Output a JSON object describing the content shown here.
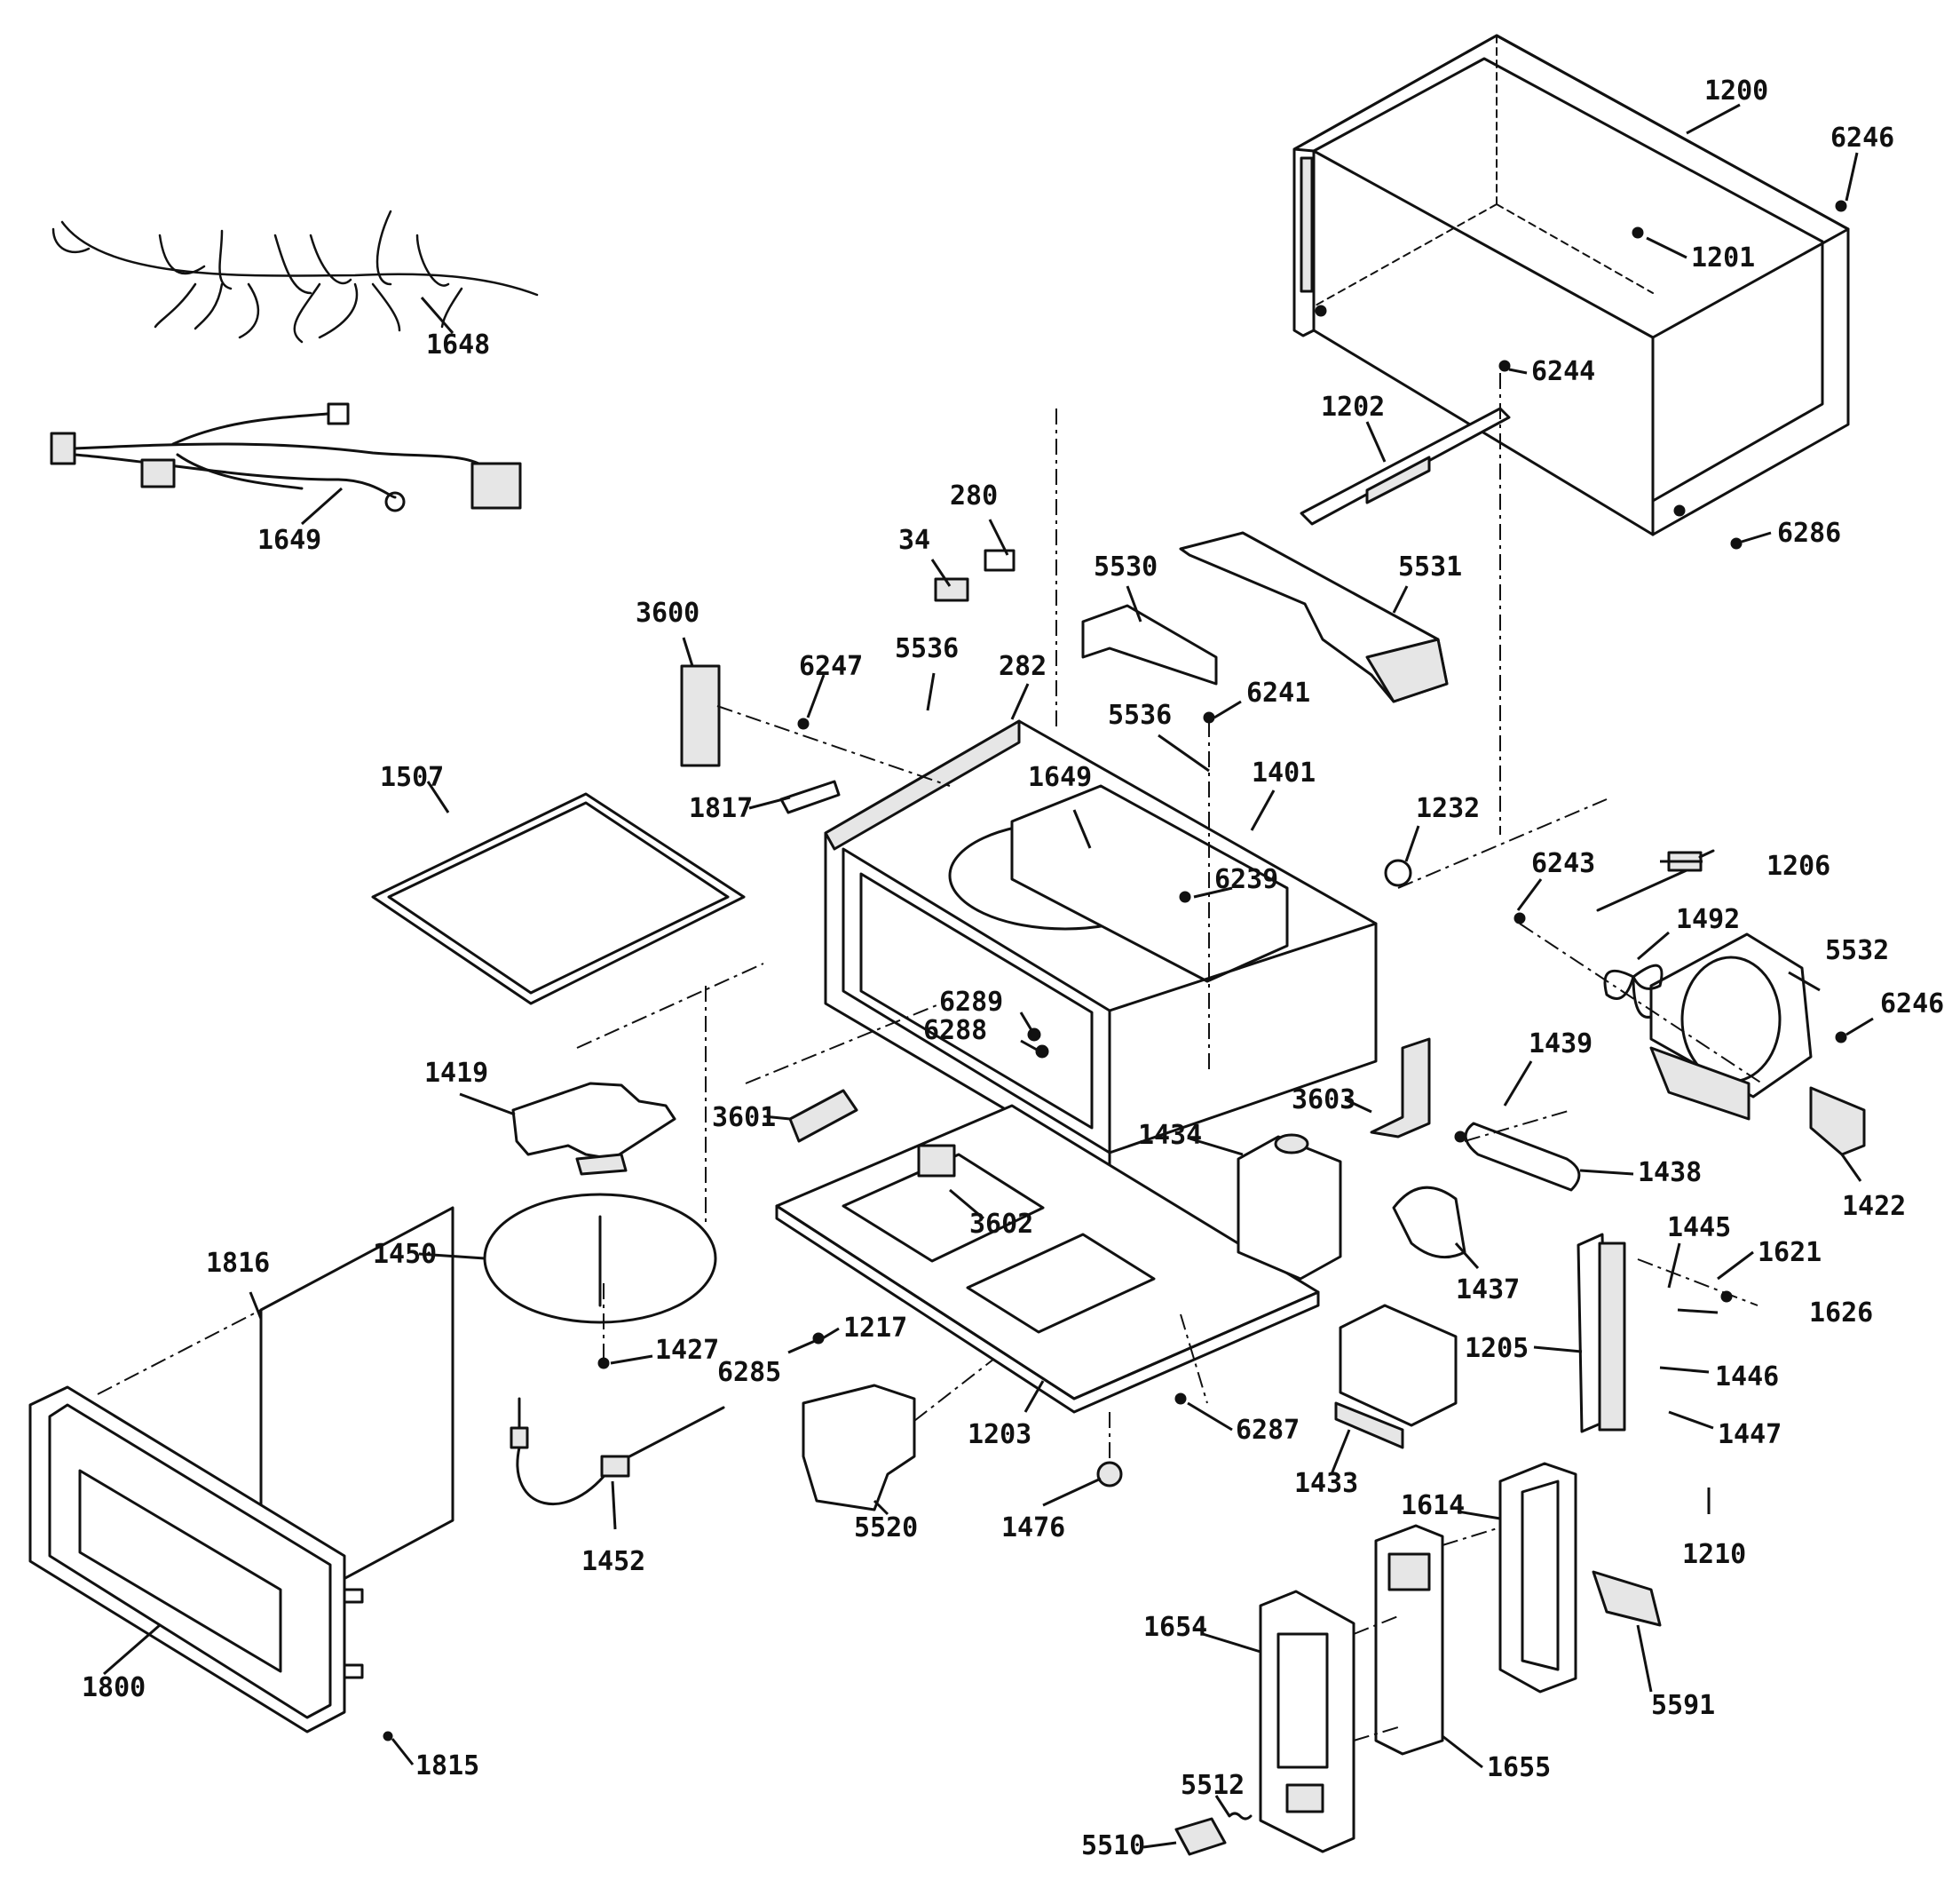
{
  "colors": {
    "ink": "#111111",
    "paper": "#ffffff",
    "fill": "#e6e6e6"
  },
  "parts": [
    {
      "id": "1200",
      "label": "1200"
    },
    {
      "id": "6246a",
      "label": "6246"
    },
    {
      "id": "1201",
      "label": "1201"
    },
    {
      "id": "6244",
      "label": "6244"
    },
    {
      "id": "1202",
      "label": "1202"
    },
    {
      "id": "6286",
      "label": "6286"
    },
    {
      "id": "1648",
      "label": "1648"
    },
    {
      "id": "1649a",
      "label": "1649"
    },
    {
      "id": "280",
      "label": "280"
    },
    {
      "id": "34",
      "label": "34"
    },
    {
      "id": "5530",
      "label": "5530"
    },
    {
      "id": "5531",
      "label": "5531"
    },
    {
      "id": "3600",
      "label": "3600"
    },
    {
      "id": "6247",
      "label": "6247"
    },
    {
      "id": "5536a",
      "label": "5536"
    },
    {
      "id": "282",
      "label": "282"
    },
    {
      "id": "6241",
      "label": "6241"
    },
    {
      "id": "5536b",
      "label": "5536"
    },
    {
      "id": "1507",
      "label": "1507"
    },
    {
      "id": "1817",
      "label": "1817"
    },
    {
      "id": "1649b",
      "label": "1649"
    },
    {
      "id": "1401",
      "label": "1401"
    },
    {
      "id": "1232",
      "label": "1232"
    },
    {
      "id": "6239",
      "label": "6239"
    },
    {
      "id": "6243",
      "label": "6243"
    },
    {
      "id": "1206",
      "label": "1206"
    },
    {
      "id": "1492",
      "label": "1492"
    },
    {
      "id": "5532",
      "label": "5532"
    },
    {
      "id": "6246b",
      "label": "6246"
    },
    {
      "id": "6289",
      "label": "6289"
    },
    {
      "id": "6288",
      "label": "6288"
    },
    {
      "id": "1419",
      "label": "1419"
    },
    {
      "id": "1439",
      "label": "1439"
    },
    {
      "id": "3601",
      "label": "3601"
    },
    {
      "id": "3603",
      "label": "3603"
    },
    {
      "id": "1434",
      "label": "1434"
    },
    {
      "id": "1438",
      "label": "1438"
    },
    {
      "id": "1422",
      "label": "1422"
    },
    {
      "id": "3602",
      "label": "3602"
    },
    {
      "id": "1450",
      "label": "1450"
    },
    {
      "id": "1445",
      "label": "1445"
    },
    {
      "id": "1621",
      "label": "1621"
    },
    {
      "id": "1437",
      "label": "1437"
    },
    {
      "id": "1626",
      "label": "1626"
    },
    {
      "id": "1816",
      "label": "1816"
    },
    {
      "id": "1217",
      "label": "1217"
    },
    {
      "id": "1427",
      "label": "1427"
    },
    {
      "id": "1205",
      "label": "1205"
    },
    {
      "id": "6285",
      "label": "6285"
    },
    {
      "id": "1446",
      "label": "1446"
    },
    {
      "id": "1203",
      "label": "1203"
    },
    {
      "id": "6287",
      "label": "6287"
    },
    {
      "id": "1447",
      "label": "1447"
    },
    {
      "id": "1433",
      "label": "1433"
    },
    {
      "id": "1452",
      "label": "1452"
    },
    {
      "id": "5520",
      "label": "5520"
    },
    {
      "id": "1476",
      "label": "1476"
    },
    {
      "id": "1614",
      "label": "1614"
    },
    {
      "id": "1210",
      "label": "1210"
    },
    {
      "id": "1654",
      "label": "1654"
    },
    {
      "id": "5591",
      "label": "5591"
    },
    {
      "id": "1800",
      "label": "1800"
    },
    {
      "id": "1815",
      "label": "1815"
    },
    {
      "id": "1655",
      "label": "1655"
    },
    {
      "id": "5512",
      "label": "5512"
    },
    {
      "id": "5510",
      "label": "5510"
    }
  ]
}
